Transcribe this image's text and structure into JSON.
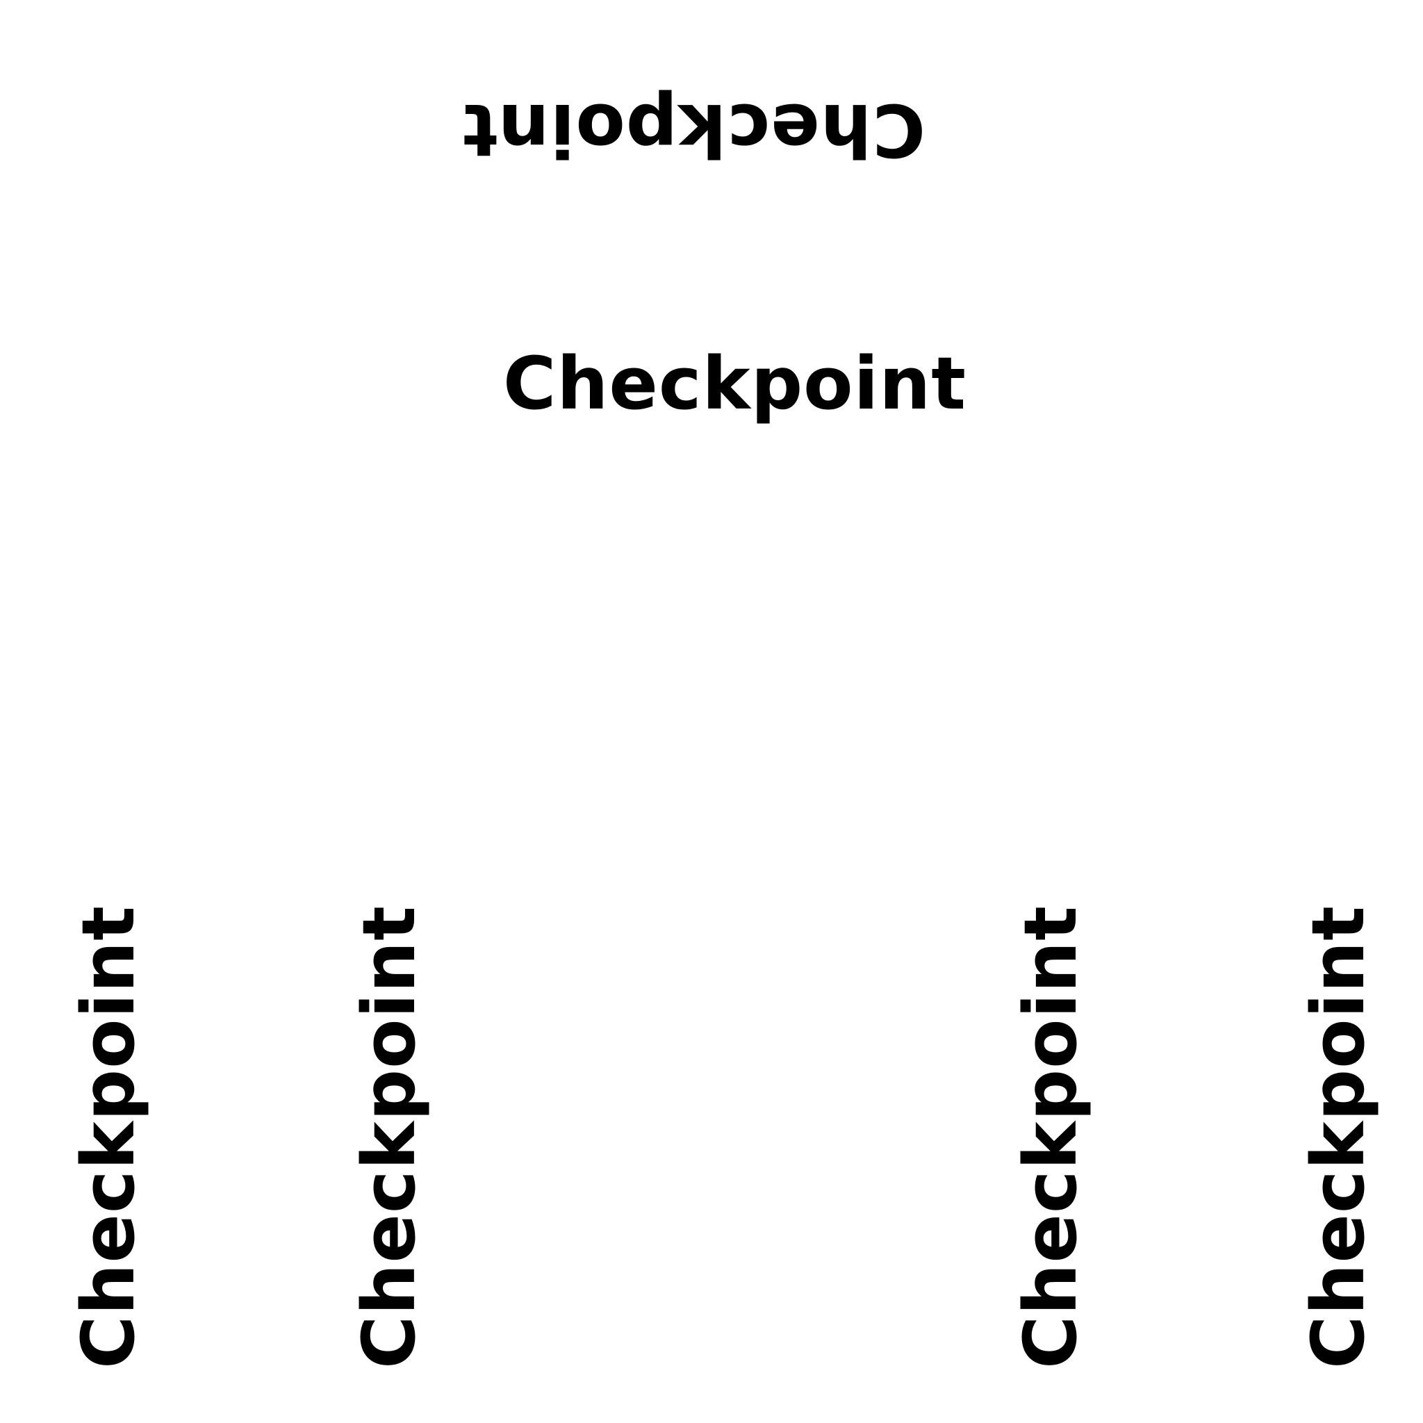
{
  "labels": {
    "top_inverted": "Checkpoint",
    "center": "Checkpoint",
    "vertical": [
      "Checkpoint",
      "Checkpoint",
      "Checkpoint",
      "Checkpoint"
    ]
  },
  "colors": {
    "background": "#ffffff",
    "text": "#000000"
  }
}
